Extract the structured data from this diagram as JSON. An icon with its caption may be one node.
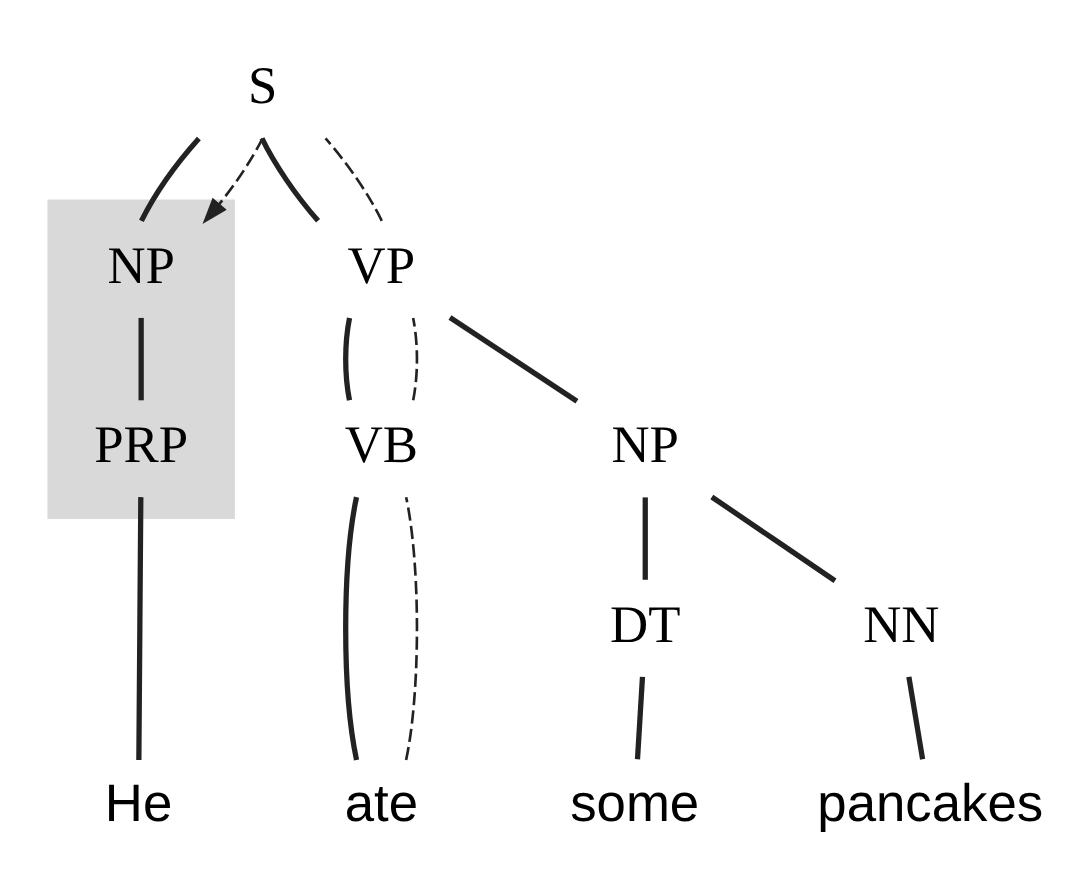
{
  "diagram": {
    "nodes": [
      {
        "text": [
          "S"
        ]
      },
      {
        "text": [],
        "shape": "band"
      },
      {
        "text": [
          "NP"
        ],
        "in": 1
      },
      {
        "text": [
          "PRP"
        ],
        "in": 1
      },
      {
        "text": [
          "VP"
        ]
      },
      {
        "text": [
          "VB"
        ]
      },
      {
        "text": [
          "NP"
        ]
      },
      {
        "text": [
          "DT"
        ]
      },
      {
        "text": [
          "NN"
        ]
      },
      {
        "text": [
          "He"
        ]
      },
      {
        "text": [
          "ate"
        ]
      },
      {
        "text": [
          "some"
        ]
      },
      {
        "text": [
          "pancakes"
        ]
      }
    ],
    "edges": [
      {
        "from": 0,
        "to": 2,
        "arrow": "none"
      },
      {
        "from": 0,
        "to": 4,
        "arrow": "none"
      },
      {
        "from": 2,
        "to": 3,
        "arrow": "none"
      },
      {
        "from": 3,
        "to": 9,
        "arrow": "none"
      },
      {
        "from": 4,
        "to": 5,
        "arrow": "none"
      },
      {
        "from": 4,
        "to": 6,
        "arrow": "none"
      },
      {
        "from": 5,
        "to": 10,
        "arrow": "none"
      },
      {
        "from": 6,
        "to": 7,
        "arrow": "none"
      },
      {
        "from": 6,
        "to": 8,
        "arrow": "none"
      },
      {
        "from": 7,
        "to": 11,
        "arrow": "none"
      },
      {
        "from": 8,
        "to": 12,
        "arrow": "none"
      },
      {
        "from": 10,
        "to": 5,
        "arrow": "none",
        "style": "dashed"
      },
      {
        "from": 5,
        "to": 4,
        "arrow": "none",
        "style": "dashed"
      },
      {
        "from": 4,
        "to": 0,
        "arrow": "none",
        "style": "dashed"
      },
      {
        "from": 0,
        "to": 2,
        "arrow": "to",
        "style": "dashed"
      }
    ]
  }
}
